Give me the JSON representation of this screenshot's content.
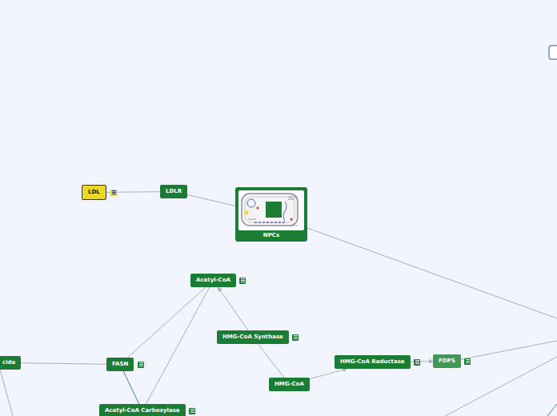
{
  "diagram": {
    "nodes": [
      {
        "text": [
          "LDL"
        ]
      },
      {
        "text": [
          "LDLR"
        ]
      },
      {
        "text": [
          "NPCs"
        ]
      },
      {
        "text": [
          "Acetyl-CoA"
        ]
      },
      {
        "text": [
          "HMG-CoA Synthase"
        ]
      },
      {
        "text": [
          "cide"
        ]
      },
      {
        "text": [
          "FASN"
        ]
      },
      {
        "text": [
          "HMG-CoA Reductase"
        ]
      },
      {
        "text": [
          "FDPS"
        ]
      },
      {
        "text": [
          "HMG-CoA"
        ]
      },
      {
        "text": [
          "Acetyl-CoA Carboxylase"
        ]
      }
    ],
    "edges": [
      {
        "from": 0,
        "to": 1,
        "arrow": "none"
      },
      {
        "from": 1,
        "to": 2,
        "arrow": "none"
      },
      {
        "from": 4,
        "to": 3,
        "arrow": "to"
      },
      {
        "from": 4,
        "to": 9,
        "arrow": "none"
      },
      {
        "from": 9,
        "to": 7,
        "arrow": "to"
      },
      {
        "from": 7,
        "to": 8,
        "arrow": "to"
      },
      {
        "from": 6,
        "to": 3,
        "arrow": "none"
      },
      {
        "from": 10,
        "to": 3,
        "arrow": "none"
      },
      {
        "from": 5,
        "to": 6,
        "arrow": "none"
      },
      {
        "from": 6,
        "to": 10,
        "arrow": "none"
      }
    ]
  }
}
